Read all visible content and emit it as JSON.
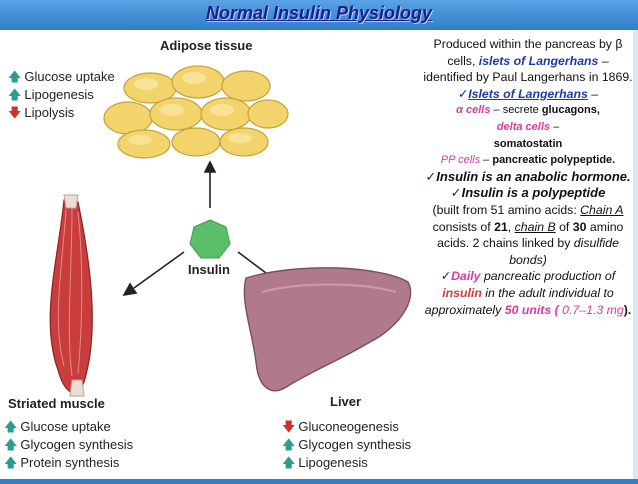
{
  "title": "Normal Insulin Physiology",
  "figure": {
    "adipose": {
      "header": "Adipose tissue",
      "items": [
        {
          "dir": "up",
          "text": "Glucose uptake"
        },
        {
          "dir": "up",
          "text": "Lipogenesis"
        },
        {
          "dir": "down",
          "text": "Lipolysis"
        }
      ]
    },
    "center": {
      "label": "Insulin"
    },
    "muscle": {
      "header": "Striated muscle",
      "items": [
        {
          "dir": "up",
          "text": "Glucose uptake"
        },
        {
          "dir": "up",
          "text": "Glycogen synthesis"
        },
        {
          "dir": "up",
          "text": "Protein synthesis"
        }
      ]
    },
    "liver": {
      "header": "Liver",
      "items": [
        {
          "dir": "down",
          "text": "Gluconeogenesis"
        },
        {
          "dir": "up",
          "text": "Glycogen synthesis"
        },
        {
          "dir": "up",
          "text": "Lipogenesis"
        }
      ]
    },
    "colors": {
      "up": "#2a9d8f",
      "down": "#d0322b",
      "fat": "#f3d36b",
      "insulin": "#5bbf6a",
      "muscle": "#c93d3d",
      "liver": "#b07a8c"
    },
    "icons": {
      "up": "up-arrow-icon",
      "down": "down-arrow-icon"
    }
  },
  "panel": {
    "p1_a": "Produced within the pancreas by β cells,",
    "p1_islets": "islets of Langerhans",
    "p1_b": "– identified by Paul Langerhans in 1869.",
    "check": "✓",
    "p2_head": "Islets of Langerhans",
    "p2_dash": "–",
    "alpha": "α cells",
    "alpha_mid": "– secrete",
    "glucagons": "glucagons,",
    "delta": "delta cells",
    "delta_dash": "–",
    "somatostatin": "somatostatin",
    "pp": "PP cells",
    "pp_dash": "–",
    "pancreatic": "pancreatic polypeptide.",
    "p3": "Insulin is an anabolic hormone.",
    "p4_head": "Insulin is a polypeptide",
    "p4_a": "(built from 51 amino acids:",
    "chainA": "Chain A",
    "p4_b": "consists of",
    "n21": "21",
    "p4_c": ",",
    "chainB": "chain B",
    "p4_d": "of",
    "n30": "30",
    "p4_e": "amino acids. 2 chains linked by",
    "disulfide": "disulfide bonds)",
    "daily": "Daily",
    "p5_a": "pancreatic production of",
    "insulin_word": "insulin",
    "p5_b": "in the adult individual to approximately",
    "units": "50 units",
    "paren_open": "(",
    "mg": "0.7–1.3 mg",
    "p5_end": ")."
  }
}
